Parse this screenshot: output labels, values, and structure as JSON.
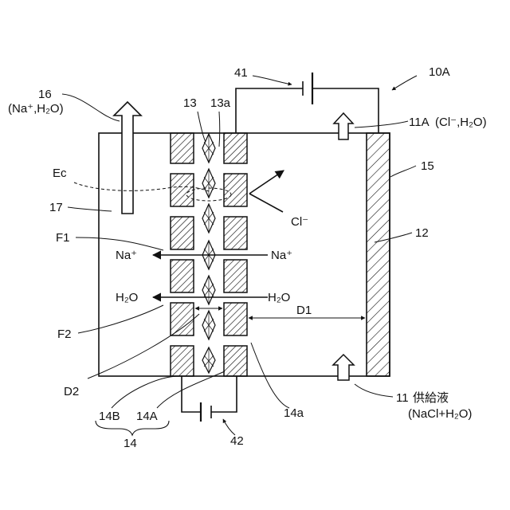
{
  "labels": {
    "ref_10A": "10A",
    "ref_41": "41",
    "ref_42": "42",
    "ref_16": "16",
    "ref_16_sub": "(Na⁺,H₂O)",
    "ref_13": "13",
    "ref_13a": "13a",
    "ref_11A": "11A",
    "ref_11A_sub": "(Cl⁻,H₂O)",
    "ref_15": "15",
    "ref_Ec": "Ec",
    "ref_17": "17",
    "ref_12": "12",
    "ref_F1": "F1",
    "ref_F2": "F2",
    "ref_D1": "D1",
    "ref_D2": "D2",
    "ref_14": "14",
    "ref_14A": "14A",
    "ref_14B": "14B",
    "ref_14a": "14a",
    "ref_11": "11",
    "supply_liquid": "供給液",
    "supply_sub": "(NaCl+H₂O)",
    "ion_cl": "Cl⁻",
    "ion_na_right": "Na⁺",
    "ion_na_left": "Na⁺",
    "water_right": "H₂O",
    "water_left": "H₂O"
  },
  "colors": {
    "line": "#111111",
    "background": "#ffffff"
  }
}
